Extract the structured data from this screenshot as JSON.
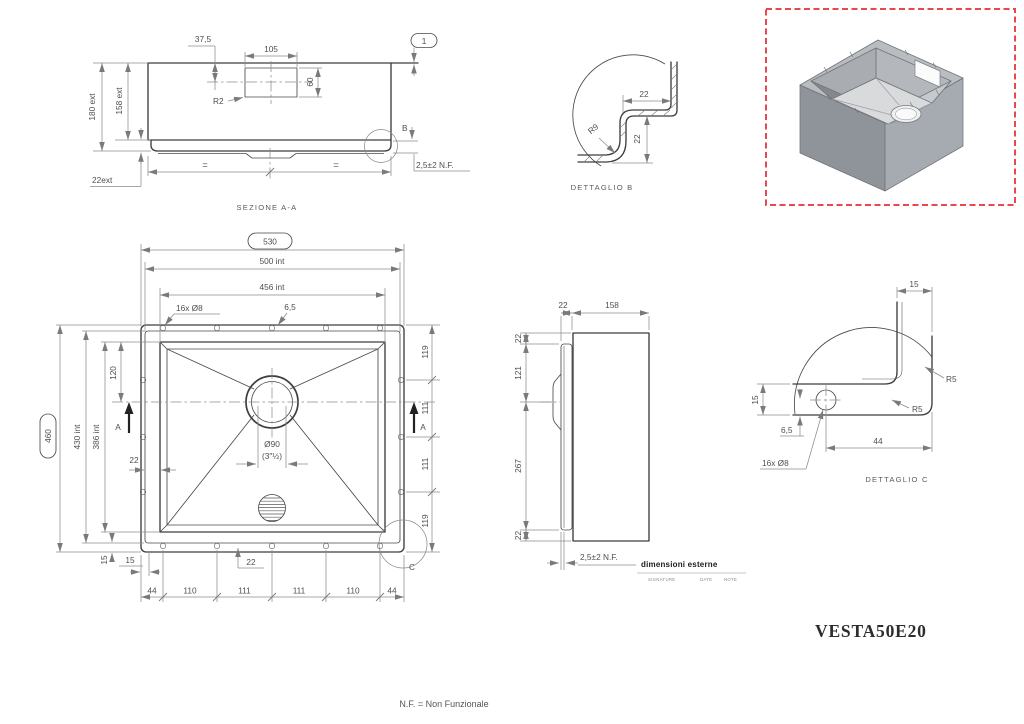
{
  "drawing_title": "VESTA50E20",
  "footnote": "N.F. = Non Funzionale",
  "section_aa": {
    "caption": "SEZIONE A-A",
    "balloon_thickness": "1",
    "dim_37_5": "37,5",
    "dim_105": "105",
    "dim_60": "60",
    "radius_r2": "R2",
    "dim_180_ext": "180 ext",
    "dim_158_ext": "158 ext",
    "dim_22_ext": "22ext",
    "equal_left": "=",
    "equal_right": "=",
    "detail_marker_b": "B",
    "dim_nf": "2,5±2 N.F."
  },
  "detail_b": {
    "caption": "DETTAGLIO B",
    "dim_width_22": "22",
    "dim_height_22": "22",
    "radius_r9": "R9"
  },
  "plan": {
    "balloon_width": "530",
    "dim_500": "500 int",
    "dim_456": "456 int",
    "holes_callout": "16x Ø8",
    "dim_6_5": "6,5",
    "balloon_height": "460",
    "dim_430": "430 int",
    "dim_386": "386 int",
    "dim_120": "120",
    "dim_22_left": "22",
    "dim_15_vert": "15",
    "dim_15_horiz": "15",
    "section_arrow_left": "A",
    "section_arrow_right": "A",
    "right_chain": [
      "119",
      "111",
      "111",
      "119"
    ],
    "bottom_chain": [
      "44",
      "110",
      "111",
      "111",
      "110",
      "44"
    ],
    "dim_22_bottom": "22",
    "detail_marker_c": "C",
    "drain_diameter": "Ø90",
    "drain_inches": "(3\"½)"
  },
  "side": {
    "dim_22_top": "22",
    "dim_158": "158",
    "left_chain": [
      "22",
      "121",
      "267",
      "22"
    ],
    "dim_nf": "2,5±2 N.F."
  },
  "detail_c": {
    "caption": "DETTAGLIO C",
    "dim_15_top": "15",
    "radius_r5_upper": "R5",
    "radius_r5_lower": "R5",
    "dim_15_left": "15",
    "dim_6_5": "6,5",
    "dim_44": "44",
    "holes_callout": "16x Ø8"
  },
  "titleblock": {
    "heading": "dimensioni esterne",
    "col_signature": "SIGNATURE",
    "col_date": "DATE",
    "col_note": "NOTE"
  },
  "colors": {
    "line": "#3e3e3e",
    "dim": "#8c8c8c",
    "accent_red": "#e8474b"
  }
}
